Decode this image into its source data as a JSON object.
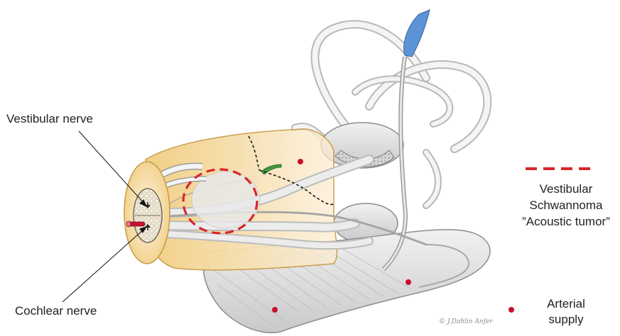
{
  "labels": {
    "vestibular_nerve": "Vestibular nerve",
    "cochlear_nerve": "Cochlear nerve"
  },
  "legend": {
    "schwannoma": {
      "lines": [
        "Vestibular",
        "Schwannoma",
        "”Acoustic tumor”"
      ],
      "style": "red dashed line"
    },
    "arterial": {
      "lines": [
        "Arterial",
        "supply"
      ],
      "style": "red dot"
    }
  },
  "signature": "© J.Dahlin Anfer",
  "colors": {
    "tumor_dash": "#d9262b",
    "artery": "#c8102e",
    "sheath": "#f3d79b",
    "endolymphatic_sac": "#5b93d6",
    "labyrinth": "#e2e2e2",
    "outline": "#8c8c8c"
  }
}
